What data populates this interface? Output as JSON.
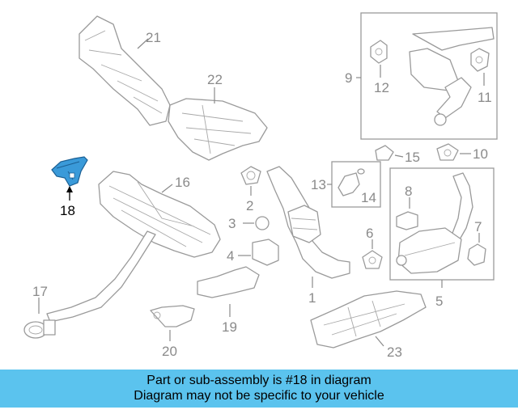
{
  "diagram": {
    "highlighted_part": "18",
    "highlight_color": "#3a9ad9",
    "labels": {
      "p1": "1",
      "p2": "2",
      "p3": "3",
      "p4": "4",
      "p5": "5",
      "p6": "6",
      "p7": "7",
      "p8": "8",
      "p9": "9",
      "p10": "10",
      "p11": "11",
      "p12": "12",
      "p13": "13",
      "p14": "14",
      "p15": "15",
      "p16": "16",
      "p17": "17",
      "p18": "18",
      "p19": "19",
      "p20": "20",
      "p21": "21",
      "p22": "22",
      "p23": "23"
    }
  },
  "banner": {
    "line1": "Part or sub-assembly is #18 in diagram",
    "line2": "Diagram may not be specific to your vehicle",
    "background": "#5bc3ee"
  }
}
